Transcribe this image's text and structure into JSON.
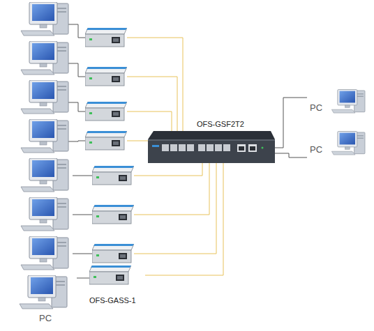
{
  "diagram": {
    "nodes": [
      {
        "text": [
          "OFS-GSF2T2"
        ]
      },
      {
        "text": [
          "PC"
        ]
      },
      {
        "text": [
          "PC"
        ]
      },
      {
        "text": [
          "OFS-GASS-1"
        ]
      },
      {
        "text": [
          "PC"
        ]
      }
    ],
    "edges": [
      {
        "from": 0,
        "to": 1,
        "arrow": "none"
      },
      {
        "from": 0,
        "to": 2,
        "arrow": "none"
      },
      {
        "from": 4,
        "to": 3,
        "arrow": "none"
      },
      {
        "from": 3,
        "to": 0,
        "arrow": "none"
      }
    ]
  }
}
